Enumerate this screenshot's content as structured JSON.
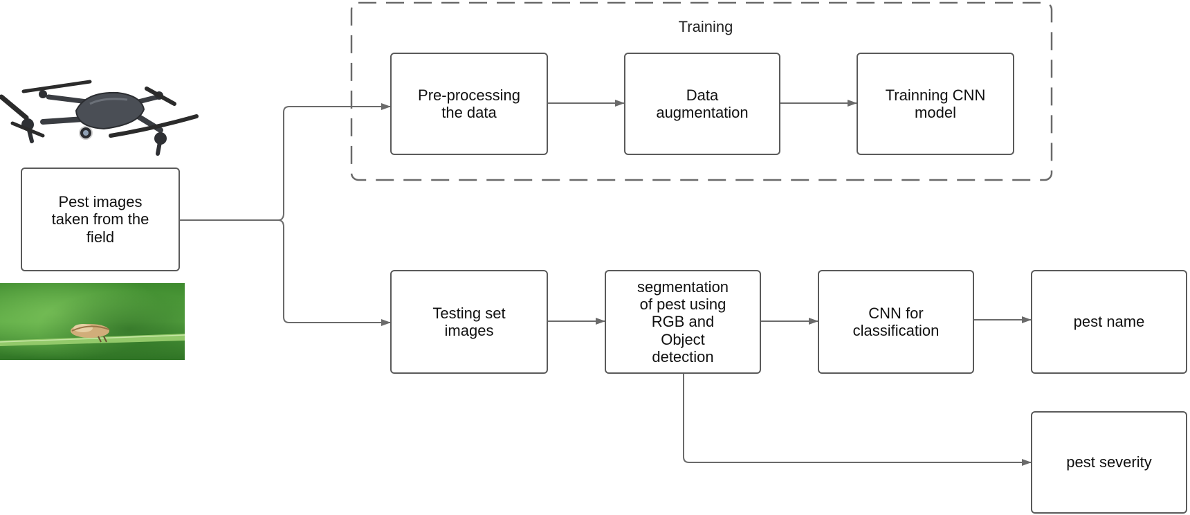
{
  "training_group": {
    "label": "Training",
    "steps": [
      {
        "id": "preprocess",
        "label": "Pre-processing\nthe data"
      },
      {
        "id": "augment",
        "label": "Data\naugmentation"
      },
      {
        "id": "train",
        "label": "Trainning CNN\nmodel"
      }
    ]
  },
  "source": {
    "label": "Pest images\ntaken from the\nfield"
  },
  "testing_flow": [
    {
      "id": "testing",
      "label": "Testing set\nimages"
    },
    {
      "id": "segmentation",
      "label": "segmentation\nof pest using\nRGB and\nObject\ndetection"
    },
    {
      "id": "classification",
      "label": "CNN for\nclassification"
    },
    {
      "id": "pest_name",
      "label": "pest name"
    }
  ],
  "severity_output": {
    "label": "pest severity"
  },
  "images": {
    "drone": "drone-icon",
    "pest_photo": "pest-on-leaf-photo"
  },
  "colors": {
    "box_border": "#5a5a5a",
    "arrow": "#6a6a6a",
    "grass": "#4c9a3a"
  }
}
